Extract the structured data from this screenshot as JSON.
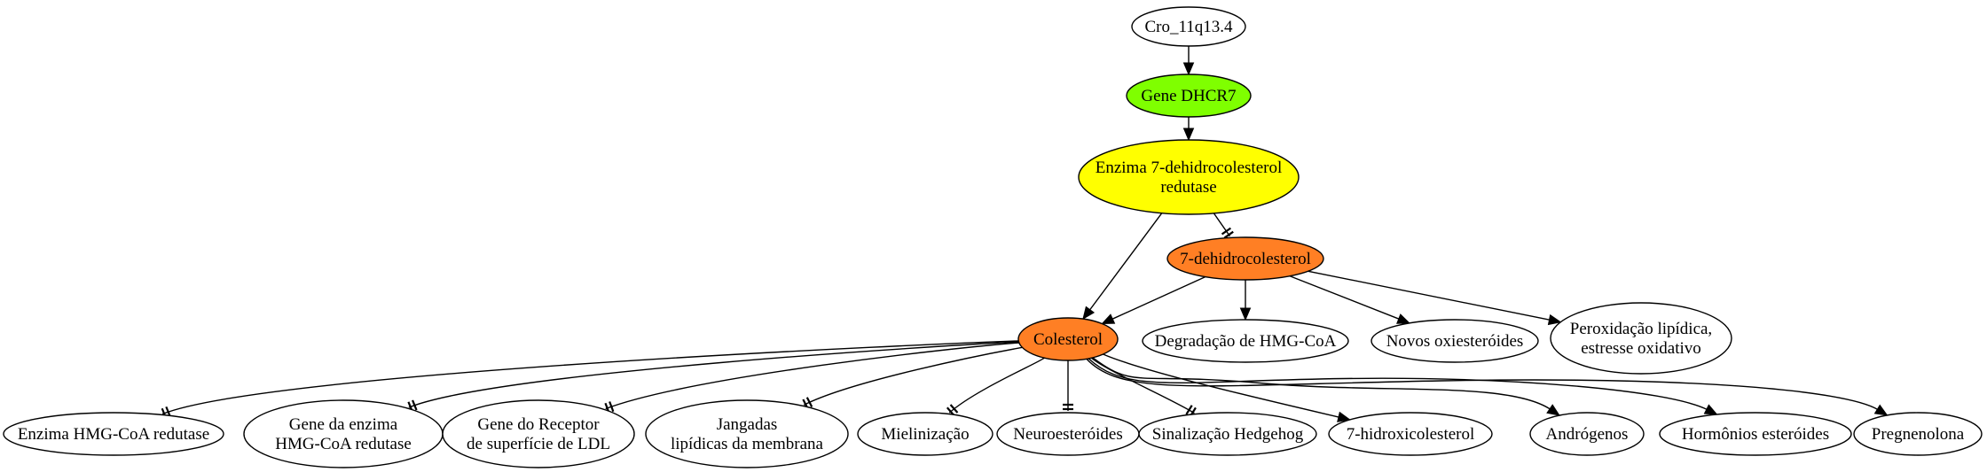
{
  "colors": {
    "green": "#7fff00",
    "yellow": "#ffff00",
    "orange": "#ff7f24",
    "white": "#ffffff"
  },
  "nodes": {
    "cro": {
      "lines": [
        "Cro_11q13.4"
      ],
      "fill": "white"
    },
    "dhcr7": {
      "lines": [
        "Gene DHCR7"
      ],
      "fill": "green"
    },
    "enzima7": {
      "lines": [
        "Enzima 7-dehidrocolesterol",
        "redutase"
      ],
      "fill": "yellow"
    },
    "dhc": {
      "lines": [
        "7-dehidrocolesterol"
      ],
      "fill": "orange"
    },
    "colesterol": {
      "lines": [
        "Colesterol"
      ],
      "fill": "orange"
    },
    "degradacao": {
      "lines": [
        "Degradação de HMG-CoA"
      ],
      "fill": "white"
    },
    "novos": {
      "lines": [
        "Novos oxiesteróides"
      ],
      "fill": "white"
    },
    "peroxidacao": {
      "lines": [
        "Peroxidação lipídica,",
        "estresse oxidativo"
      ],
      "fill": "white"
    },
    "hmgcoa": {
      "lines": [
        "Enzima HMG-CoA redutase"
      ],
      "fill": "white"
    },
    "gene_enzima": {
      "lines": [
        "Gene da enzima",
        "HMG-CoA redutase"
      ],
      "fill": "white"
    },
    "gene_receptor": {
      "lines": [
        "Gene do Receptor",
        "de superfície de LDL"
      ],
      "fill": "white"
    },
    "jangadas": {
      "lines": [
        "Jangadas",
        "lipídicas da membrana"
      ],
      "fill": "white"
    },
    "mielinizacao": {
      "lines": [
        "Mielinização"
      ],
      "fill": "white"
    },
    "neuro": {
      "lines": [
        "Neuroesteróides"
      ],
      "fill": "white"
    },
    "hedgehog": {
      "lines": [
        "Sinalização Hedgehog"
      ],
      "fill": "white"
    },
    "hidroxi": {
      "lines": [
        "7-hidroxicolesterol"
      ],
      "fill": "white"
    },
    "androgenos": {
      "lines": [
        "Andrógenos"
      ],
      "fill": "white"
    },
    "hormonios": {
      "lines": [
        "Hormônios esteróides"
      ],
      "fill": "white"
    },
    "pregnenolona": {
      "lines": [
        "Pregnenolona"
      ],
      "fill": "white"
    }
  },
  "edges": [
    {
      "from": "cro",
      "to": "dhcr7",
      "head": "arrow"
    },
    {
      "from": "dhcr7",
      "to": "enzima7",
      "head": "arrow"
    },
    {
      "from": "enzima7",
      "to": "dhc",
      "head": "tee"
    },
    {
      "from": "enzima7",
      "to": "colesterol",
      "head": "arrow"
    },
    {
      "from": "dhc",
      "to": "colesterol",
      "head": "arrow"
    },
    {
      "from": "dhc",
      "to": "degradacao",
      "head": "arrow"
    },
    {
      "from": "dhc",
      "to": "novos",
      "head": "arrow"
    },
    {
      "from": "dhc",
      "to": "peroxidacao",
      "head": "arrow"
    },
    {
      "from": "colesterol",
      "to": "hmgcoa",
      "head": "tee"
    },
    {
      "from": "colesterol",
      "to": "gene_enzima",
      "head": "tee"
    },
    {
      "from": "colesterol",
      "to": "gene_receptor",
      "head": "tee"
    },
    {
      "from": "colesterol",
      "to": "jangadas",
      "head": "tee"
    },
    {
      "from": "colesterol",
      "to": "mielinizacao",
      "head": "tee"
    },
    {
      "from": "colesterol",
      "to": "neuro",
      "head": "tee"
    },
    {
      "from": "colesterol",
      "to": "hedgehog",
      "head": "tee"
    },
    {
      "from": "colesterol",
      "to": "hidroxi",
      "head": "arrow"
    },
    {
      "from": "colesterol",
      "to": "androgenos",
      "head": "arrow"
    },
    {
      "from": "colesterol",
      "to": "hormonios",
      "head": "arrow"
    },
    {
      "from": "colesterol",
      "to": "pregnenolona",
      "head": "arrow"
    }
  ]
}
